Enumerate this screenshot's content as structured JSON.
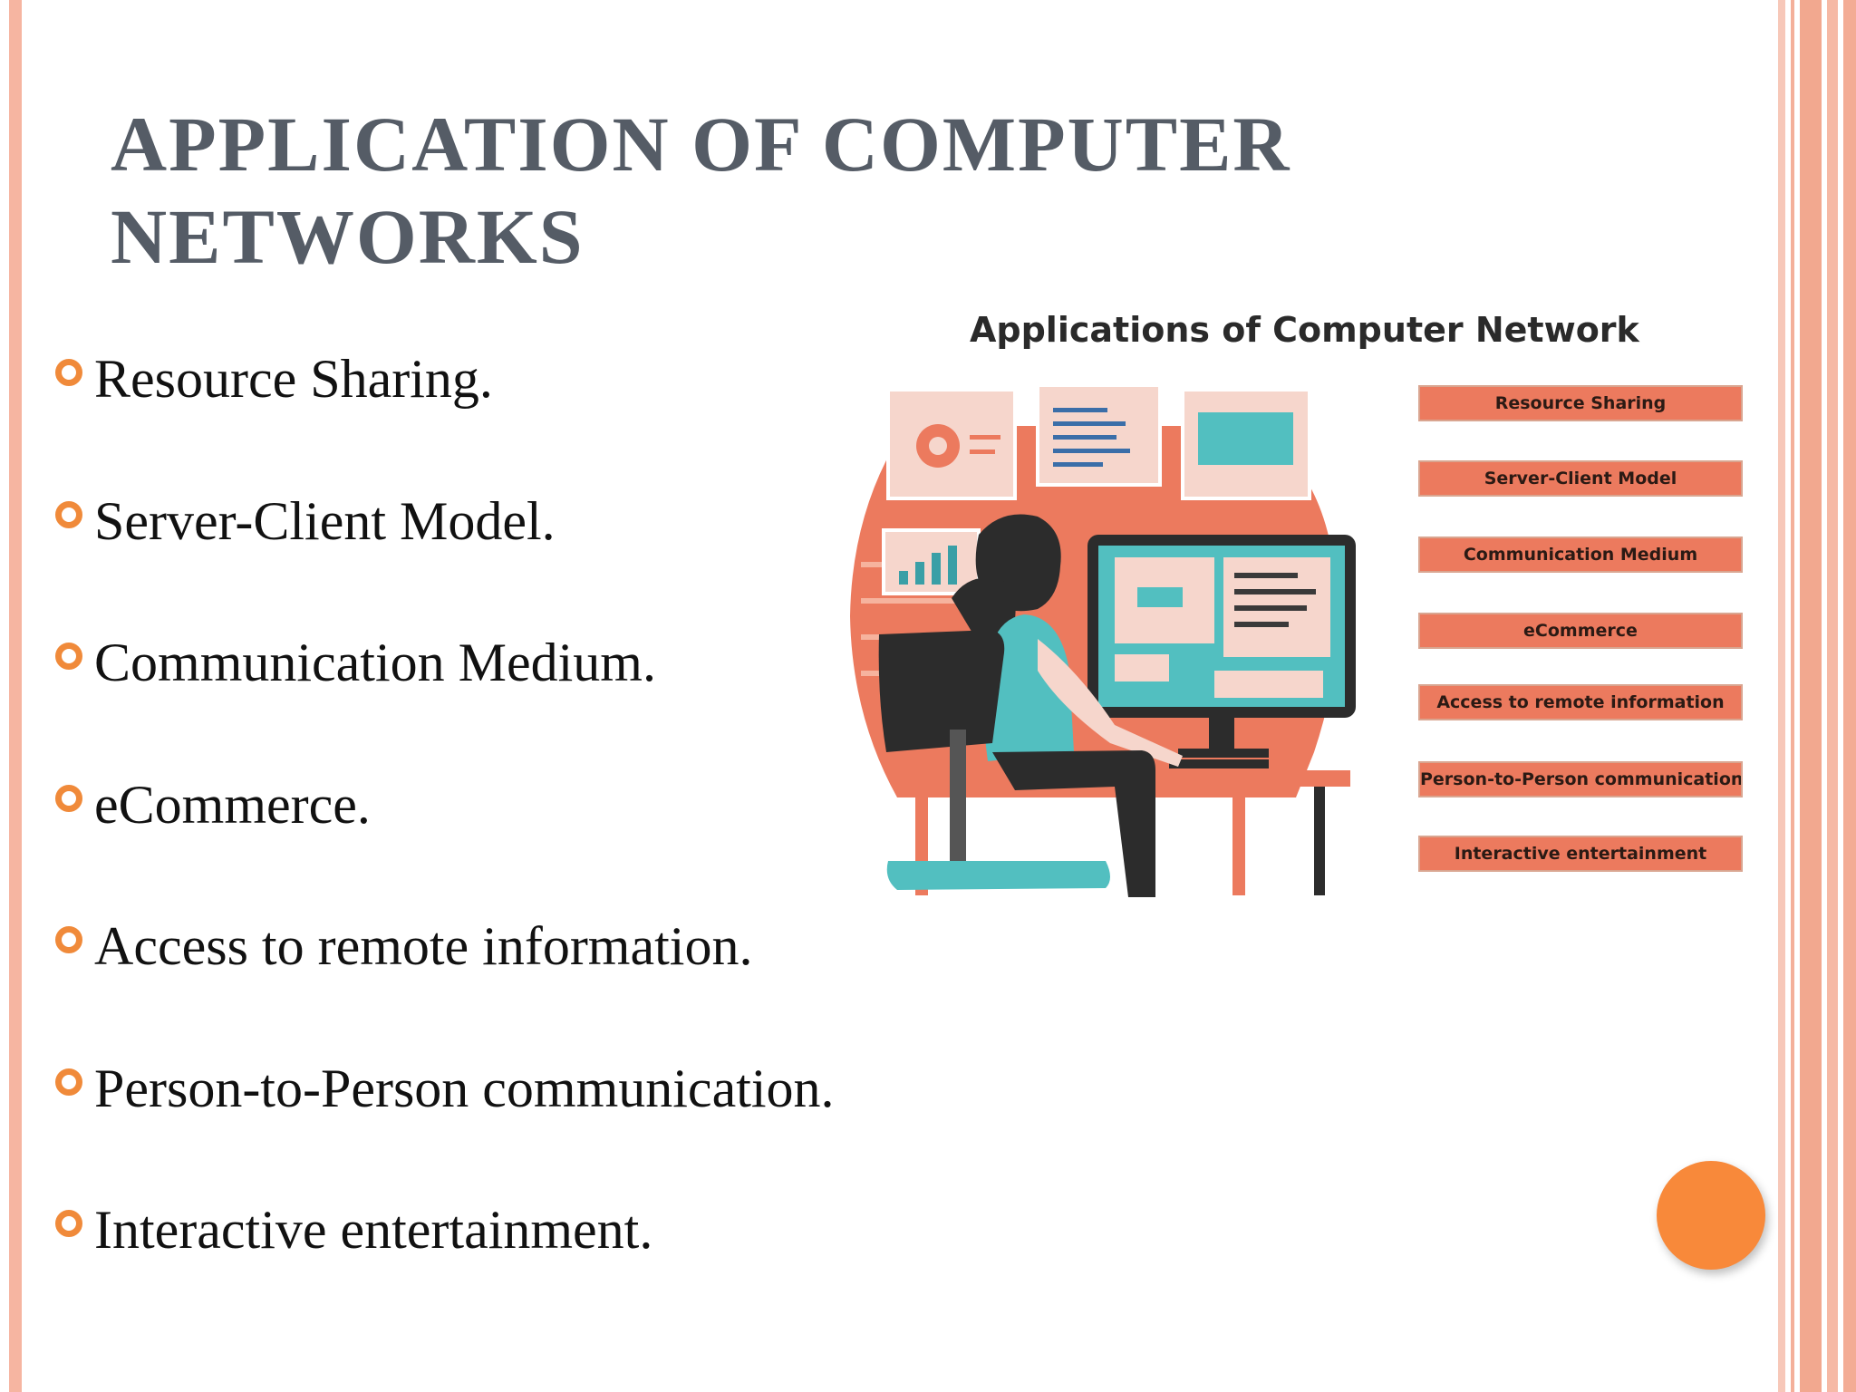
{
  "slide": {
    "title_lines": [
      "APPLICATION OF COMPUTER",
      "NETWORKS"
    ],
    "bullets": [
      "Resource Sharing.",
      "Server-Client Model.",
      "Communication Medium.",
      "eCommerce.",
      "Access to remote information.",
      "Person-to-Person communication.",
      "Interactive entertainment."
    ],
    "figure": {
      "title": "Applications of Computer Network",
      "labels": [
        "Resource Sharing",
        "Server-Client Model",
        "Communication Medium",
        "eCommerce",
        "Access to remote information",
        "Person-to-Person communication",
        "Interactive entertainment"
      ]
    }
  },
  "theme": {
    "title_color": "#555c66",
    "bullet_color": "#f08a3a",
    "accent_salmon": "#ec7a5e",
    "accent_teal": "#52bfc0",
    "border_peach": "#f6b5a1",
    "nav_circle_color": "#f8893a"
  },
  "icons": {
    "bullet": "ring-bullet-icon",
    "nav": "orange-circle-nav"
  }
}
